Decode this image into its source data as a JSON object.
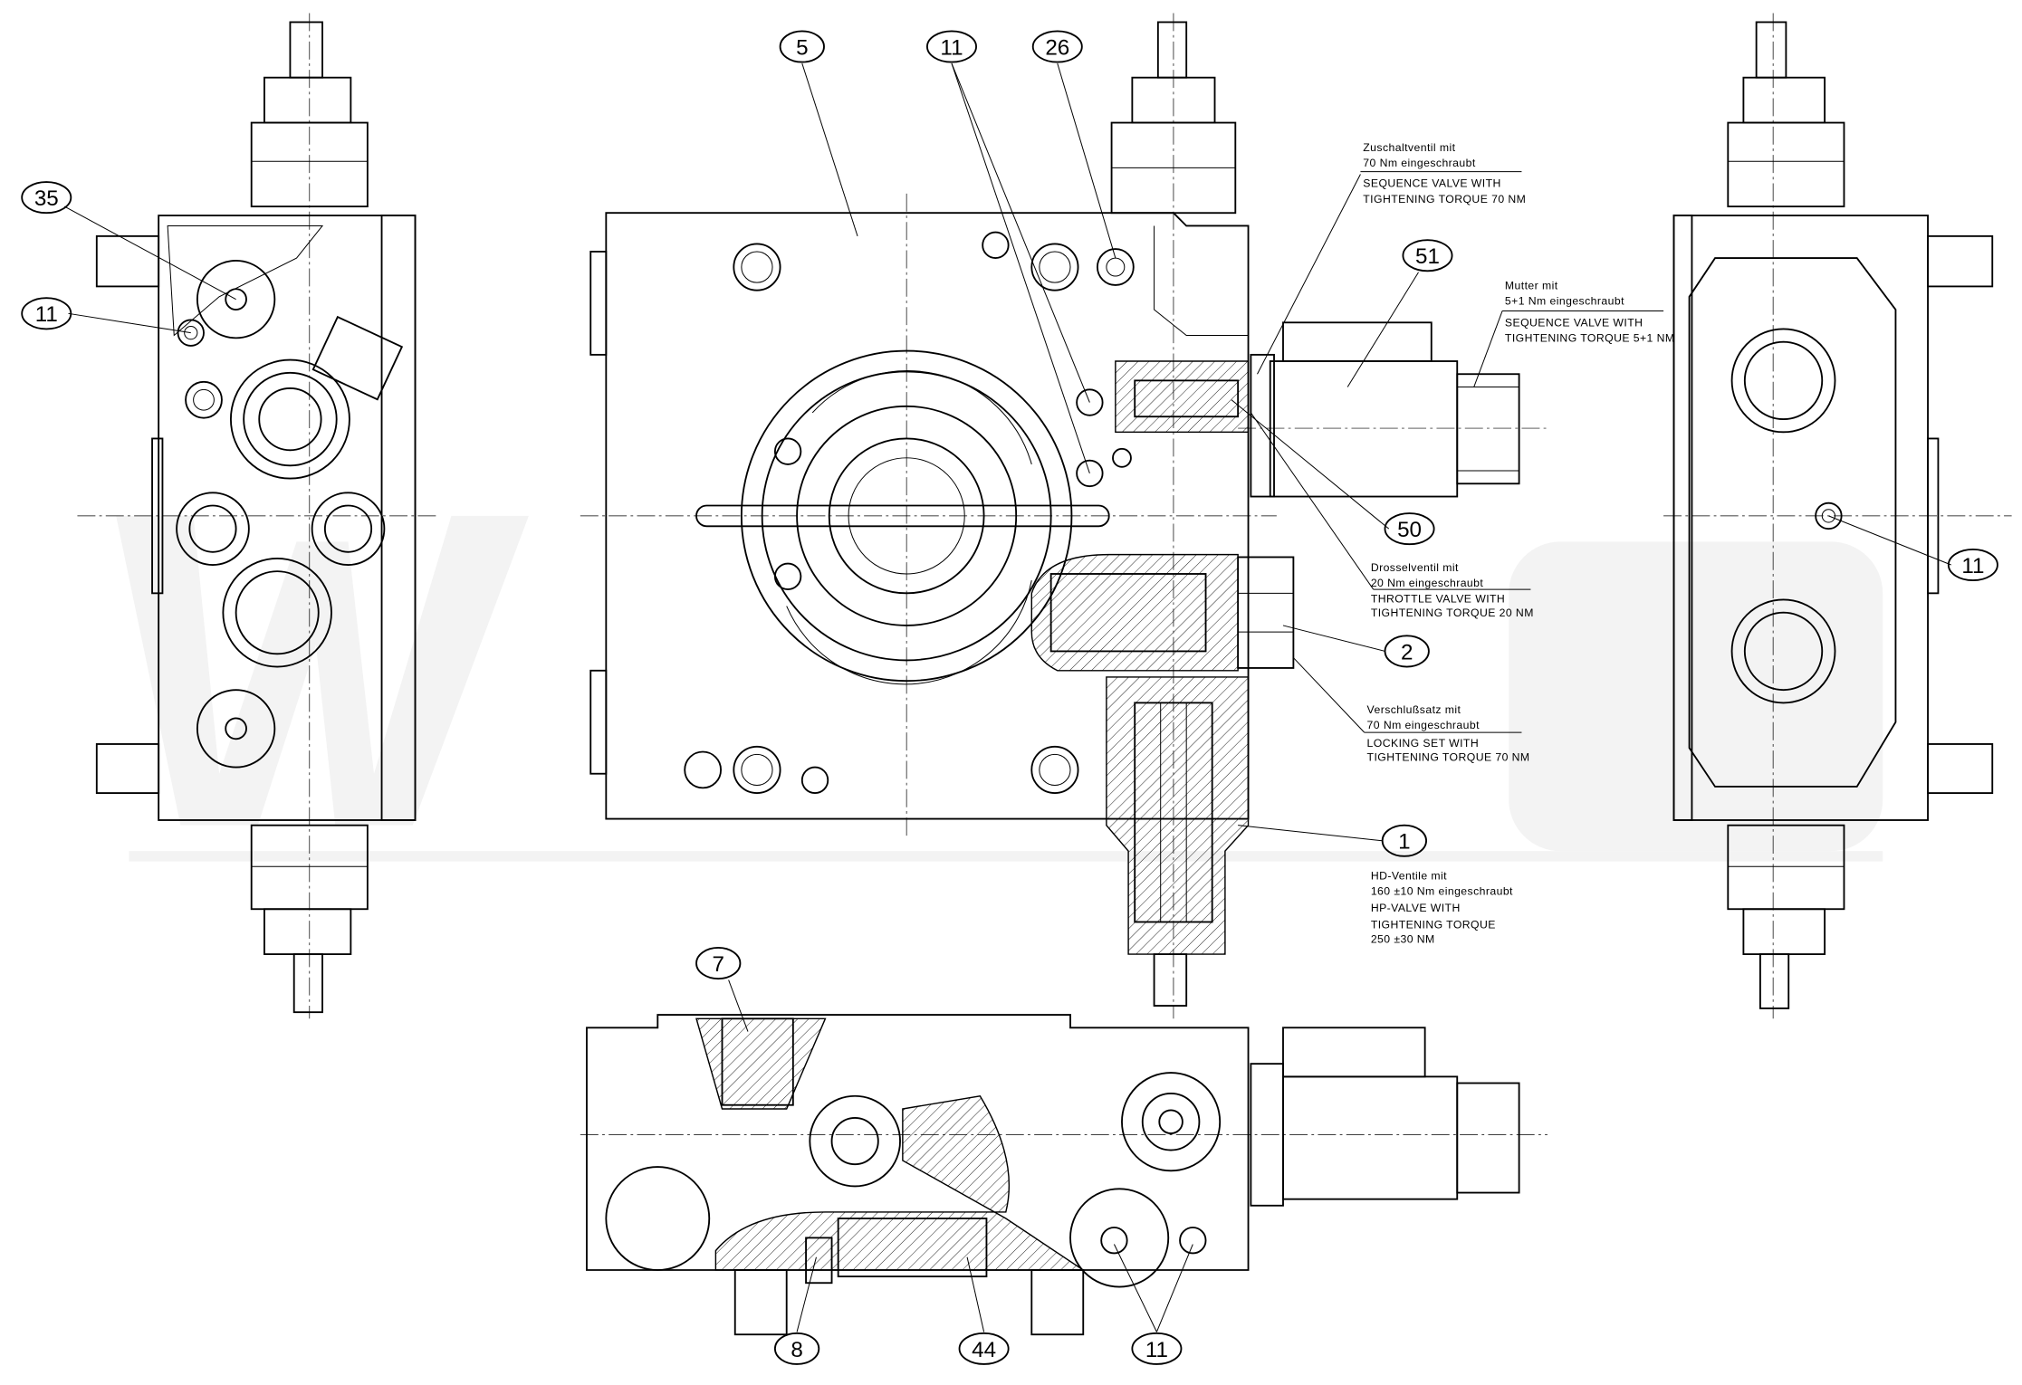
{
  "drawing": {
    "views": [
      "left-side-view",
      "front-view",
      "right-side-view",
      "bottom-view"
    ],
    "balloons": [
      {
        "id": "b5",
        "label": "5"
      },
      {
        "id": "b11a",
        "label": "11"
      },
      {
        "id": "b26",
        "label": "26"
      },
      {
        "id": "b35",
        "label": "35"
      },
      {
        "id": "b11b",
        "label": "11"
      },
      {
        "id": "b51",
        "label": "51"
      },
      {
        "id": "b50",
        "label": "50"
      },
      {
        "id": "b2",
        "label": "2"
      },
      {
        "id": "b1",
        "label": "1"
      },
      {
        "id": "b11c",
        "label": "11"
      },
      {
        "id": "b7",
        "label": "7"
      },
      {
        "id": "b8",
        "label": "8"
      },
      {
        "id": "b44",
        "label": "44"
      },
      {
        "id": "b11d",
        "label": "11"
      }
    ],
    "annotations": [
      {
        "de": [
          "Zuschaltventil mit",
          "70 Nm eingeschraubt"
        ],
        "en": [
          "SEQUENCE VALVE WITH",
          "TIGHTENING TORQUE 70 NM"
        ]
      },
      {
        "de": [
          "Mutter mit",
          "5+1 Nm eingeschraubt"
        ],
        "en": [
          "SEQUENCE VALVE WITH",
          "TIGHTENING TORQUE 5+1 NM"
        ]
      },
      {
        "de": [
          "Drosselventil mit",
          "20 Nm eingeschraubt"
        ],
        "en": [
          "THROTTLE VALVE WITH",
          "TIGHTENING TORQUE 20 NM"
        ]
      },
      {
        "de": [
          "Verschlußsatz mit",
          "70 Nm eingeschraubt"
        ],
        "en": [
          "LOCKING SET WITH",
          "TIGHTENING TORQUE 70 NM"
        ]
      },
      {
        "de": [
          "HD-Ventile mit",
          "160 ±10 Nm eingeschraubt"
        ],
        "en": [
          "HP-VALVE WITH",
          "TIGHTENING TORQUE",
          "250 ±30 NM"
        ]
      }
    ],
    "colors": {
      "line": "#000000",
      "background": "#ffffff",
      "watermark": "#f3f3f3"
    }
  }
}
